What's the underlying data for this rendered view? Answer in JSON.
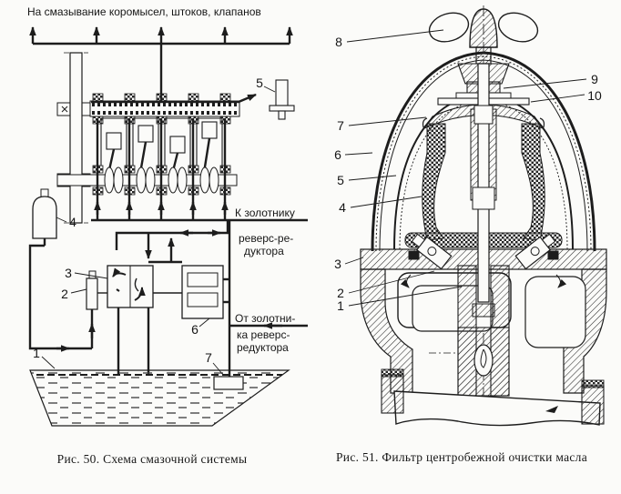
{
  "page": {
    "paper_color": "#fbfbf9",
    "ink_color": "#1d1d1d"
  },
  "fig50": {
    "caption": "Рис. 50. Схема смазочной системы",
    "top_label": "На смазывание коромысел, штоков, клапанов",
    "to_spool_lines": [
      "К золотнику",
      "реверс-ре-",
      "дуктора"
    ],
    "from_spool_lines": [
      "От золотни-",
      "ка реверс-",
      "редуктора"
    ],
    "callouts": [
      "1",
      "2",
      "3",
      "4",
      "5",
      "6",
      "7"
    ]
  },
  "fig51": {
    "caption": "Рис. 51. Фильтр центробежной очистки масла",
    "callouts": [
      "1",
      "2",
      "3",
      "4",
      "5",
      "6",
      "7",
      "8",
      "9",
      "10"
    ]
  }
}
